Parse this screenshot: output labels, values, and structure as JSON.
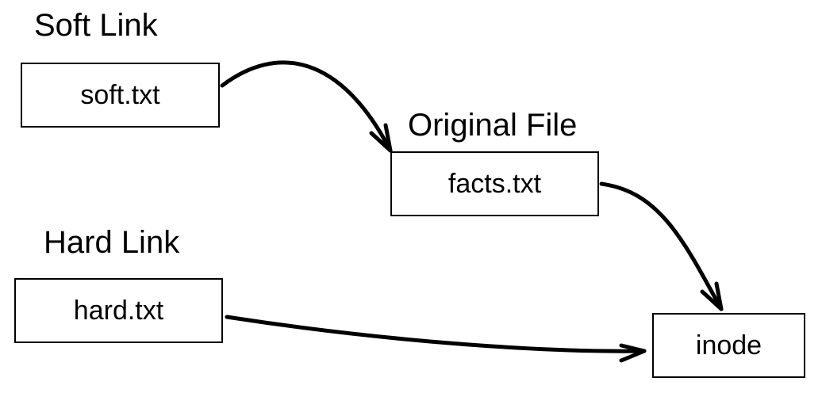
{
  "labels": {
    "soft_link": "Soft Link",
    "original_file": "Original File",
    "hard_link": "Hard Link"
  },
  "boxes": {
    "soft": "soft.txt",
    "facts": "facts.txt",
    "hard": "hard.txt",
    "inode": "inode"
  },
  "colors": {
    "stroke": "#000000",
    "background": "#ffffff"
  }
}
